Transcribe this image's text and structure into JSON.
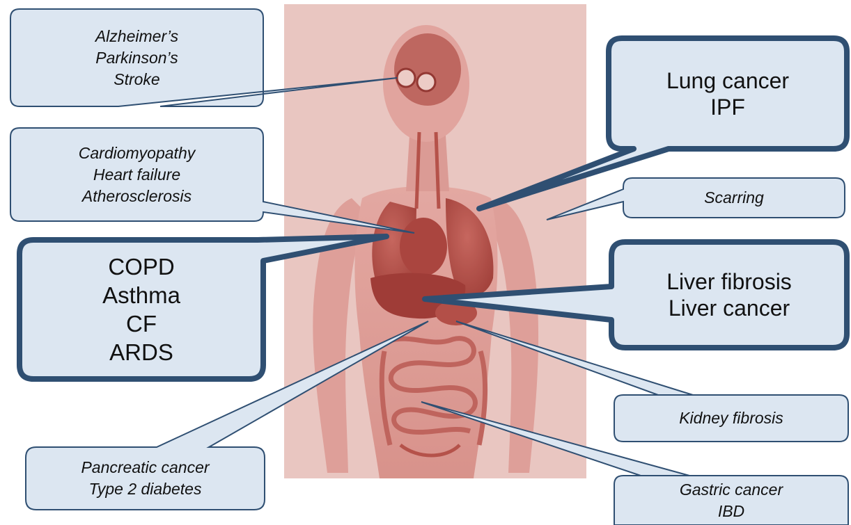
{
  "colors": {
    "callout_fill": "#dce6f1",
    "callout_stroke": "#2f4f72",
    "pointer_line": "#385d8a",
    "figure_tint": "#c0504d"
  },
  "figure": {
    "icon": "human-anatomy-figure"
  },
  "callouts": {
    "brain": {
      "lines": [
        "Alzheimer’s",
        "Parkinson’s",
        "Stroke"
      ]
    },
    "heart": {
      "lines": [
        "Cardiomyopathy",
        "Heart failure",
        "Atherosclerosis"
      ]
    },
    "airway": {
      "lines": [
        "COPD",
        "Asthma",
        "CF",
        "ARDS"
      ]
    },
    "pancreas": {
      "lines": [
        "Pancreatic cancer",
        "Type 2 diabetes"
      ]
    },
    "lung": {
      "lines": [
        "Lung cancer",
        "IPF"
      ]
    },
    "skin": {
      "lines": [
        "Scarring"
      ]
    },
    "liver": {
      "lines": [
        "Liver fibrosis",
        "Liver cancer"
      ]
    },
    "kidney": {
      "lines": [
        "Kidney fibrosis"
      ]
    },
    "gut": {
      "lines": [
        "Gastric cancer",
        "IBD"
      ]
    }
  }
}
